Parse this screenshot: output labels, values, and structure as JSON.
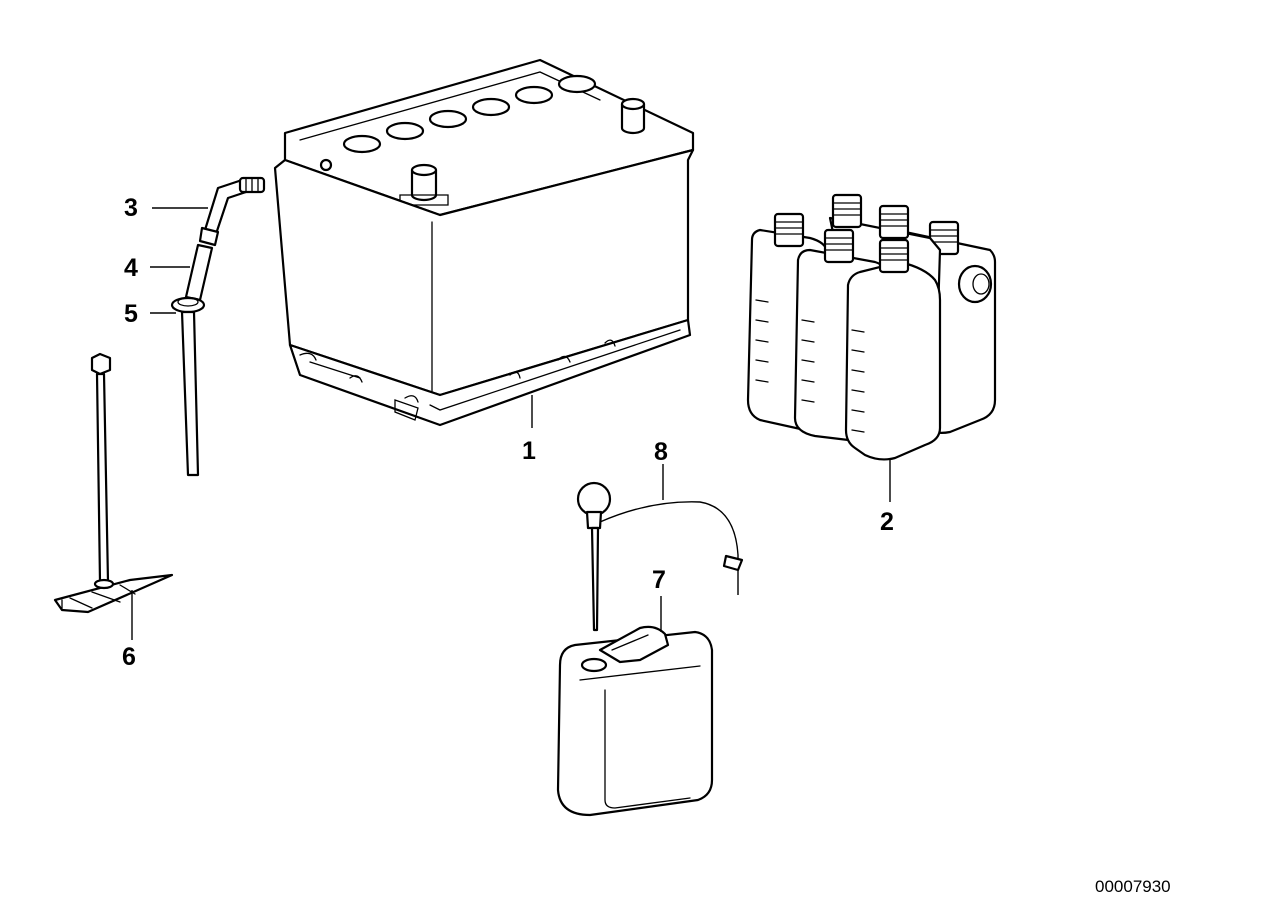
{
  "callouts": {
    "c1": "1",
    "c2": "2",
    "c3": "3",
    "c4": "4",
    "c5": "5",
    "c6": "6",
    "c7": "7",
    "c8": "8"
  },
  "reference_number": "00007930"
}
